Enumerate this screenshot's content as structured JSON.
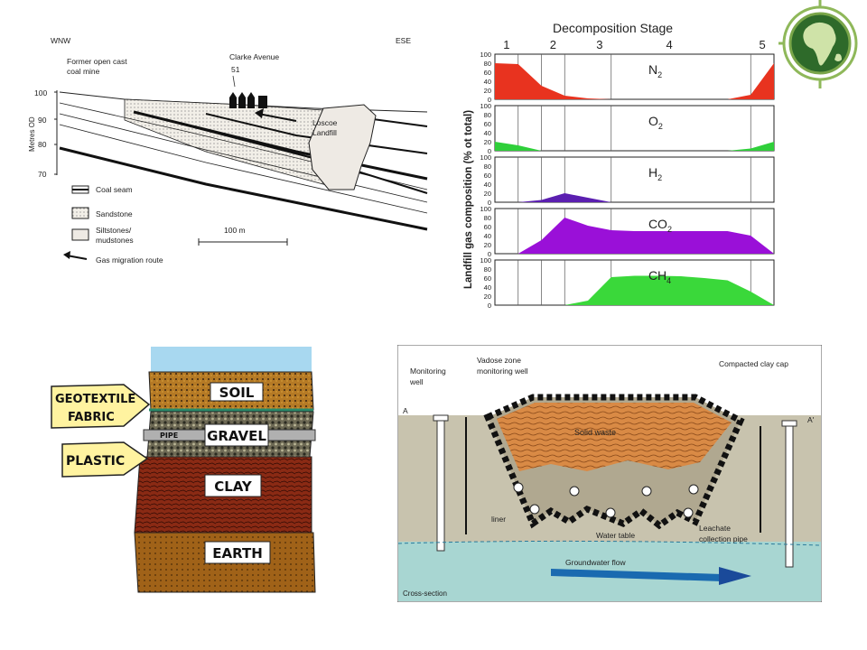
{
  "logo": {
    "name": "globe-logo-icon",
    "land_color": "#5a8a3a",
    "ring_color": "#8fb85a"
  },
  "geology": {
    "wnw": "WNW",
    "ese": "ESE",
    "former_mine": "Former open cast",
    "former_mine2": "coal mine",
    "clarke": "Clarke Avenue",
    "clarke_num": "51",
    "loscoe": "Loscoe",
    "loscoe2": "Landfill",
    "y_label": "Metres OD",
    "y_ticks": [
      "100",
      "90",
      "80",
      "70"
    ],
    "scale_label": "100 m",
    "legend": [
      "Coal seam",
      "Sandstone",
      "Siltstones/",
      "mudstones",
      "Gas migration route"
    ]
  },
  "gas_chart": {
    "title": "Decomposition Stage",
    "stages": [
      "1",
      "2",
      "3",
      "4",
      "5"
    ],
    "ylabel": "Landfill gas composition (% ot total)",
    "ticks": [
      "100",
      "80",
      "60",
      "40",
      "20",
      "0"
    ],
    "gases": [
      {
        "label": "N",
        "sub": "2",
        "color": "#e8331f"
      },
      {
        "label": "O",
        "sub": "2",
        "color": "#2fcf3a"
      },
      {
        "label": "H",
        "sub": "2",
        "color": "#5b1fb0"
      },
      {
        "label": "CO",
        "sub": "2",
        "color": "#9a10d8"
      },
      {
        "label": "CH",
        "sub": "4",
        "color": "#3ad83a"
      }
    ]
  },
  "chart_data": {
    "type": "area",
    "title": "Decomposition Stage",
    "ylabel": "Landfill gas composition (% ot total)",
    "ylim": [
      0,
      100
    ],
    "x_stages": [
      "1",
      "2",
      "3",
      "4",
      "5"
    ],
    "x": [
      0,
      0.5,
      1,
      1.5,
      2,
      2.5,
      3,
      3.5,
      4,
      4.5,
      5,
      5.5,
      6
    ],
    "series": [
      {
        "name": "N2",
        "values": [
          80,
          78,
          30,
          8,
          2,
          0,
          0,
          0,
          0,
          0,
          0,
          10,
          80
        ]
      },
      {
        "name": "O2",
        "values": [
          20,
          12,
          0,
          0,
          0,
          0,
          0,
          0,
          0,
          0,
          0,
          5,
          20
        ]
      },
      {
        "name": "H2",
        "values": [
          0,
          0,
          5,
          20,
          10,
          0,
          0,
          0,
          0,
          0,
          0,
          0,
          0
        ]
      },
      {
        "name": "CO2",
        "values": [
          0,
          0,
          30,
          80,
          62,
          52,
          50,
          50,
          50,
          50,
          50,
          40,
          0
        ]
      },
      {
        "name": "CH4",
        "values": [
          0,
          0,
          0,
          0,
          10,
          62,
          65,
          65,
          64,
          60,
          55,
          30,
          0
        ]
      }
    ]
  },
  "soil": {
    "soil": "SOIL",
    "gravel": "GRAVEL",
    "pipe": "PIPE",
    "clay": "CLAY",
    "earth": "EARTH",
    "geo1": "GEOTEXTILE",
    "geo2": "FABRIC",
    "plastic": "PLASTIC"
  },
  "landfill": {
    "monitoring": "Monitoring",
    "well": "well",
    "vadose1": "Vadose zone",
    "vadose2": "monitoring well",
    "clay_cap": "Compacted clay cap",
    "solid_waste": "Solid waste",
    "liner": "liner",
    "leachate1": "Leachate",
    "leachate2": "collection pipe",
    "water_table": "Water table",
    "groundwater": "Groundwater flow",
    "cross_section": "Cross-section",
    "a": "A",
    "a2": "A'"
  }
}
